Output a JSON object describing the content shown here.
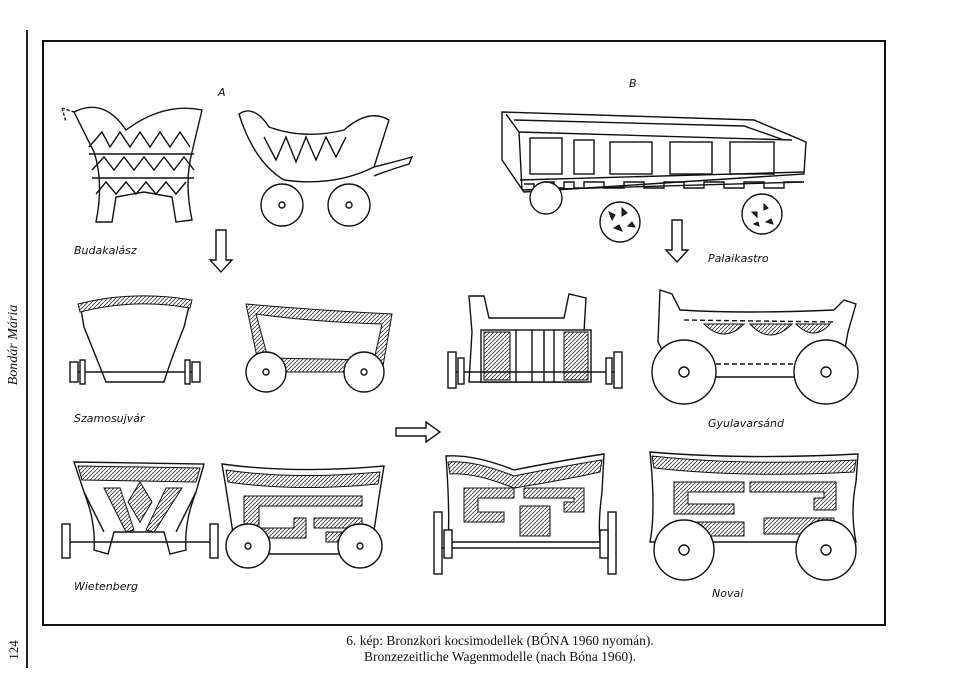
{
  "page": {
    "running_head": "Bondár Mária",
    "page_number": "124"
  },
  "figure": {
    "group_labels": {
      "a": "A",
      "b": "B"
    },
    "site_labels": {
      "budakalasz": "Budakalász",
      "palaikastro": "Palaikastro",
      "szamosujvar": "Szamosujvár",
      "gyulavarsand": "Gyulavarsánd",
      "wietenberg": "Wietenberg",
      "novai": "Novai"
    }
  },
  "caption": {
    "line1": "6. kép: Bronzkori kocsimodellek (BÓNA 1960 nyomán).",
    "line2": "Bronzezeitliche Wagenmodelle (nach Bóna 1960)."
  }
}
